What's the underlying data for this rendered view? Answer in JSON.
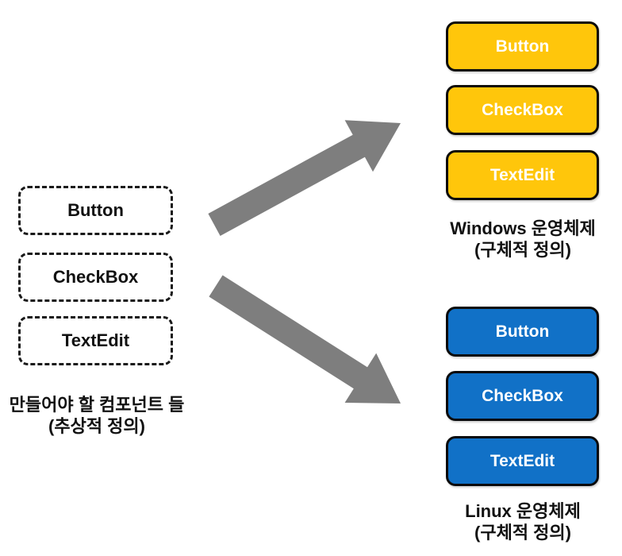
{
  "abstract_group": {
    "boxes": [
      {
        "label": "Button"
      },
      {
        "label": "CheckBox"
      },
      {
        "label": "TextEdit"
      }
    ],
    "caption": {
      "line1": "만들어야 할 컴포넌트 들",
      "line2": "(추상적 정의)"
    }
  },
  "windows_group": {
    "color": "#ffc60b",
    "buttons": [
      {
        "label": "Button"
      },
      {
        "label": "CheckBox"
      },
      {
        "label": "TextEdit"
      }
    ],
    "caption": {
      "line1": "Windows 운영체제",
      "line2": "(구체적 정의)"
    }
  },
  "linux_group": {
    "color": "#1171c7",
    "buttons": [
      {
        "label": "Button"
      },
      {
        "label": "CheckBox"
      },
      {
        "label": "TextEdit"
      }
    ],
    "caption": {
      "line1": "Linux 운영체제",
      "line2": "(구체적 정의)"
    }
  },
  "arrows": {
    "color": "#7e7e7e"
  }
}
